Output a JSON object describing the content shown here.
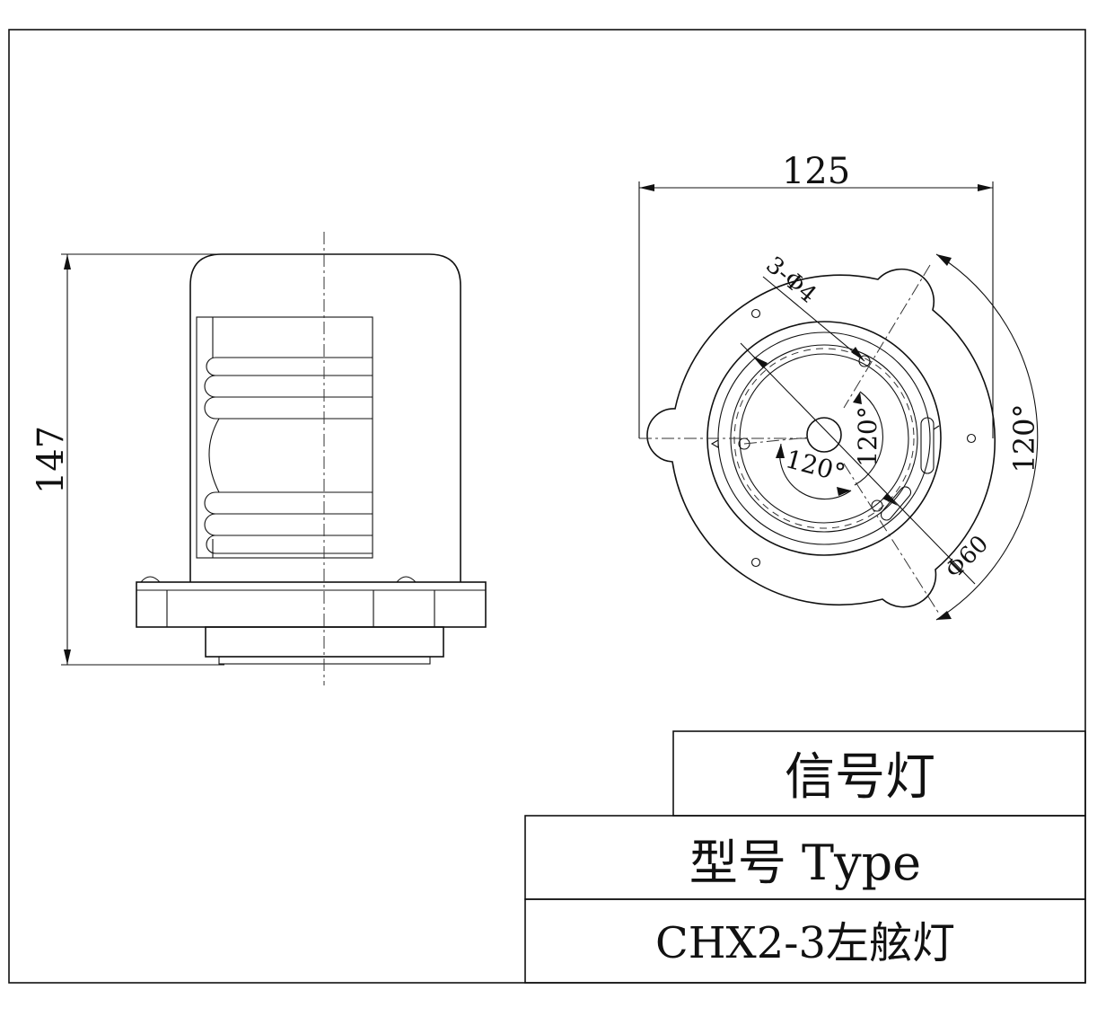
{
  "drawing": {
    "dimensions": {
      "height": "147",
      "width": "125",
      "bolt_holes": "3-Φ4",
      "angle_outer": "120°",
      "angle_inner_a": "120°",
      "angle_inner_b": "120°",
      "inner_diameter": "Φ60"
    }
  },
  "title_block": {
    "name": "信号灯",
    "type_label": "型号 Type",
    "model": "CHX2-3左舷灯"
  }
}
